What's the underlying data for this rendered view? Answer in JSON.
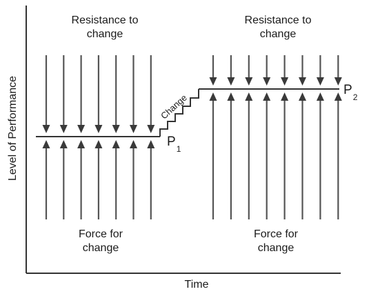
{
  "axes": {
    "x_label": "Time",
    "y_label": "Level of Performance"
  },
  "left_panel": {
    "resistance_label_line1": "Resistance to",
    "resistance_label_line2": "change",
    "force_label_line1": "Force for",
    "force_label_line2": "change",
    "level_label": "P",
    "level_subscript": "1",
    "arrow_pairs": 7
  },
  "right_panel": {
    "resistance_label_line1": "Resistance to",
    "resistance_label_line2": "change",
    "force_label_line1": "Force for",
    "force_label_line2": "change",
    "level_label": "P",
    "level_subscript": "2",
    "arrow_pairs": 8
  },
  "transition": {
    "label": "Change",
    "steps": 5
  },
  "colors": {
    "ink": "#1a1a1a",
    "arrow": "#555555",
    "axis": "#333333",
    "background": "#ffffff"
  }
}
